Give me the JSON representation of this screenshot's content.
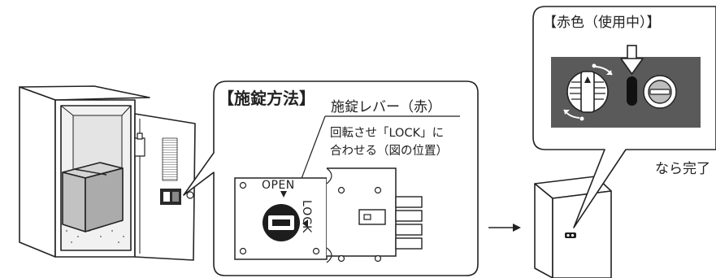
{
  "lock_method": {
    "title": "【施錠方法】",
    "lever_label": "施錠レバー（赤）",
    "instruction_line1": "回転させ「LOCK」に",
    "instruction_line2": "合わせる（図の位置）",
    "dial_open": "OPEN",
    "dial_lock": "LOCK"
  },
  "status_panel": {
    "title": "【赤色（使用中）】",
    "indicator_color": "#e23b2e"
  },
  "result_text": "なら完了",
  "colors": {
    "stroke": "#222222",
    "panel_dark": "#5a5a5a",
    "box_gray": "#bdbdbd"
  }
}
